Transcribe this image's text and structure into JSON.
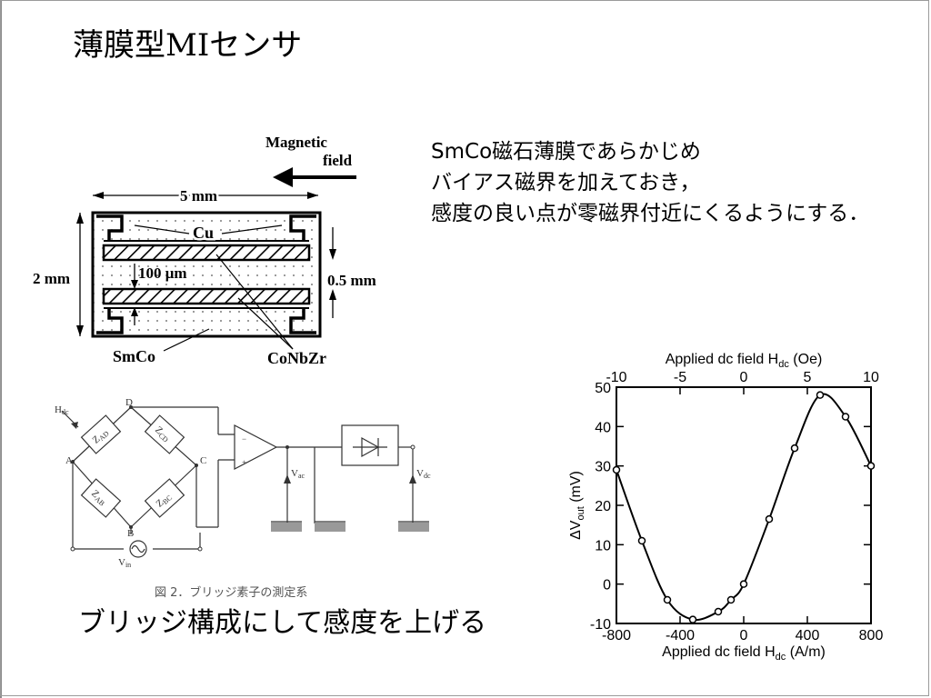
{
  "slide": {
    "title": "薄膜型MIセンサ",
    "description_lines": [
      "SmCo磁石薄膜であらかじめ",
      "バイアス磁界を加えておき，",
      "感度の良い点が零磁界付近にくるようにする．"
    ],
    "bridge_caption": "ブリッジ構成にして感度を上げる"
  },
  "sensor_diagram": {
    "magnetic_field_label_1": "Magnetic",
    "magnetic_field_label_2": "field",
    "width_label": "5 mm",
    "height_label": "2 mm",
    "gap_label": "0.5 mm",
    "thickness_label": "100 μm",
    "cu_label": "Cu",
    "smco_label": "SmCo",
    "conbzr_label": "CoNbZr"
  },
  "circuit_diagram": {
    "node_a": "A",
    "node_b": "B",
    "node_c": "C",
    "node_d": "D",
    "z_ad": "Z",
    "z_ad_sub": "AD",
    "z_cd": "Z",
    "z_cd_sub": "CD",
    "z_ab": "Z",
    "z_ab_sub": "AB",
    "z_bc": "Z",
    "z_bc_sub": "BC",
    "hdc": "H",
    "hdc_sub": "dc",
    "vin": "V",
    "vin_sub": "in",
    "vac": "V",
    "vac_sub": "ac",
    "vdc": "V",
    "vdc_sub": "dc",
    "figure_caption": "図 2．ブリッジ素子の測定系"
  },
  "chart_data": {
    "type": "line",
    "top_axis_label": "Applied dc field H",
    "top_axis_label_sub": "dc",
    "top_axis_label_unit": " (Oe)",
    "top_ticks": [
      "-10",
      "-5",
      "0",
      "5",
      "10"
    ],
    "xlabel": "Applied dc field H",
    "xlabel_sub": "dc",
    "xlabel_unit": " (A/m)",
    "ylabel": "ΔV",
    "ylabel_sub": "out",
    "ylabel_unit": " (mV)",
    "x_ticks": [
      "-800",
      "-400",
      "0",
      "400",
      "800"
    ],
    "y_ticks": [
      "50",
      "40",
      "30",
      "20",
      "10",
      "0",
      "-10"
    ],
    "xlim": [
      -800,
      800
    ],
    "ylim": [
      -10,
      50
    ],
    "x": [
      -800,
      -640,
      -480,
      -320,
      -160,
      -80,
      0,
      160,
      320,
      480,
      640,
      800
    ],
    "values": [
      29,
      11,
      -4,
      -9,
      -7,
      -4,
      0,
      16.5,
      34.5,
      48,
      42.5,
      30
    ]
  }
}
